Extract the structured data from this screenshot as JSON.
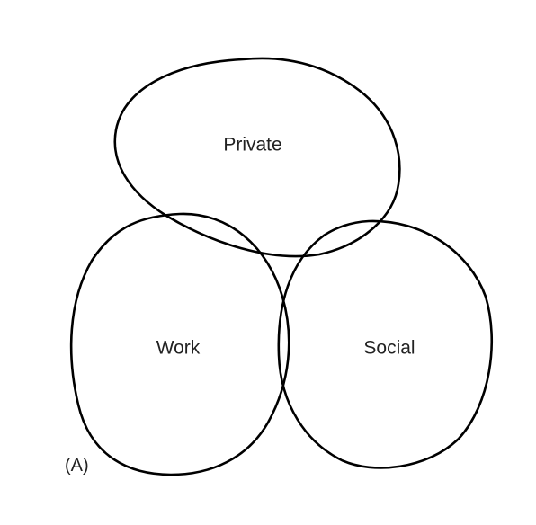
{
  "diagram": {
    "sets": {
      "private": {
        "label": "Private"
      },
      "work": {
        "label": "Work"
      },
      "social": {
        "label": "Social"
      }
    },
    "panel_label": "(A)",
    "stroke_color": "#000000",
    "text_color": "#222222"
  }
}
